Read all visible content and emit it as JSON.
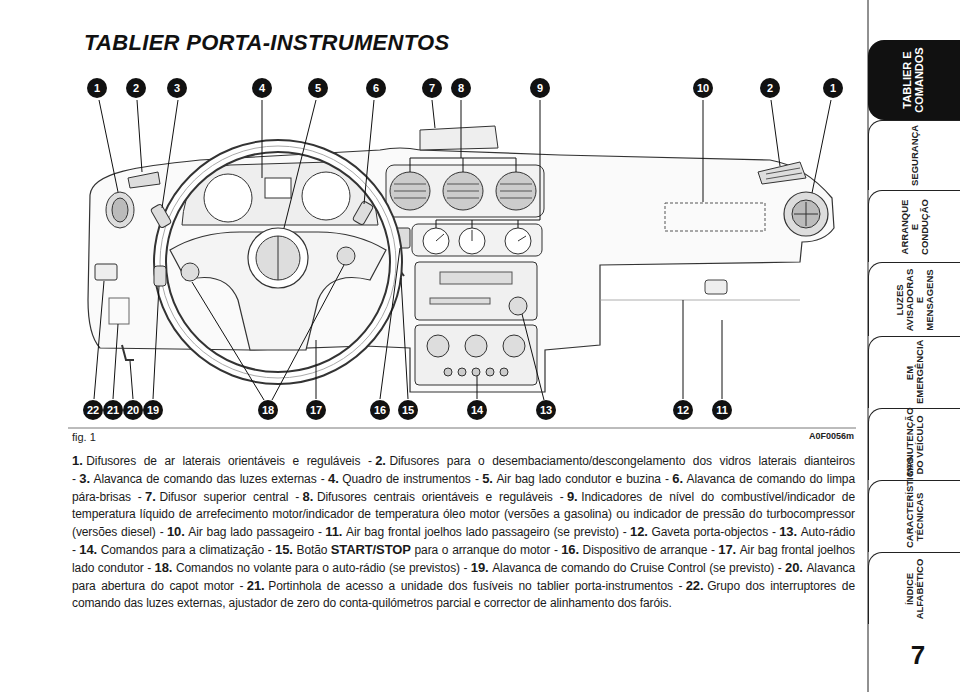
{
  "diagram": {
    "title": "TABLIER PORTA-INSTRUMENTOS",
    "nodes": [
      {
        "text": [
          "TABLIER E COMANDOS"
        ]
      },
      {
        "text": [
          "SEGURANÇA"
        ]
      },
      {
        "text": [
          "ARRANQUE E CONDUÇÃO"
        ]
      },
      {
        "text": [
          "LUZES AVISADORAS E MENSAGENS"
        ]
      },
      {
        "text": [
          "EM EMERGÊNCIA"
        ]
      },
      {
        "text": [
          "MANUTENÇÃO DO VEÍCULO"
        ]
      },
      {
        "text": [
          "CARACTERÍSTICAS TÉCNICAS"
        ]
      },
      {
        "text": [
          "ÍNDICE ALFABÉTICO"
        ]
      }
    ],
    "labels": [
      "1",
      "2",
      "3",
      "4",
      "5",
      "6",
      "7",
      "8",
      "9",
      "10",
      "2",
      "1",
      "22",
      "21",
      "20",
      "19",
      "18",
      "17",
      "16",
      "15",
      "14",
      "13",
      "12",
      "11",
      "fig. 1",
      "A0F0056m",
      "1.",
      "Difusores de ar laterais orientáveis e reguláveis -",
      "2.",
      "Difusores para o desembaciamento/descongelamento dos vidros laterais dianteiros -",
      "3.",
      "Alavanca de comando das luzes externas -",
      "4.",
      "Quadro de instrumentos -",
      "5.",
      "Air bag lado condutor e buzina -",
      "6.",
      "Alavanca de comando do limpa pára-brisas -",
      "7.",
      "Difusor superior central -",
      "8.",
      "Difusores centrais orientáveis e reguláveis -",
      "9.",
      "Indicadores de nível do combustível/indicador de temperatura líquido de arrefecimento motor/indicador de temperatura óleo motor (versões a gasolina) ou indicador de pressão do turbocompressor (versões diesel) -",
      "10.",
      "Air bag lado passageiro -",
      "11.",
      "Air bag frontal joelhos lado passageiro (se previsto) -",
      "12.",
      "Gaveta porta-objectos -",
      "13.",
      "Auto-rádio -",
      "14.",
      "Comandos para a climatização -",
      "15.",
      "Botão",
      "START/STOP",
      "para o arranque do motor -",
      "16.",
      "Dispositivo de arranque -",
      "17.",
      "Air bag frontal joelhos lado condutor -",
      "18.",
      "Comandos no volante para o auto-rádio (se previstos) -",
      "19.",
      "Alavanca de comando do Cruise Control (se previsto) -",
      "20.",
      "Alavanca para abertura do capot motor -",
      "21.",
      "Portinhola de acesso a unidade dos fusíveis no tablier porta-instrumentos -",
      "22.",
      "Grupo dos interruptores de comando das luzes externas, ajustador de zero do conta-quilómetros parcial e corrector de alinhamento dos faróis.",
      "7"
    ]
  }
}
